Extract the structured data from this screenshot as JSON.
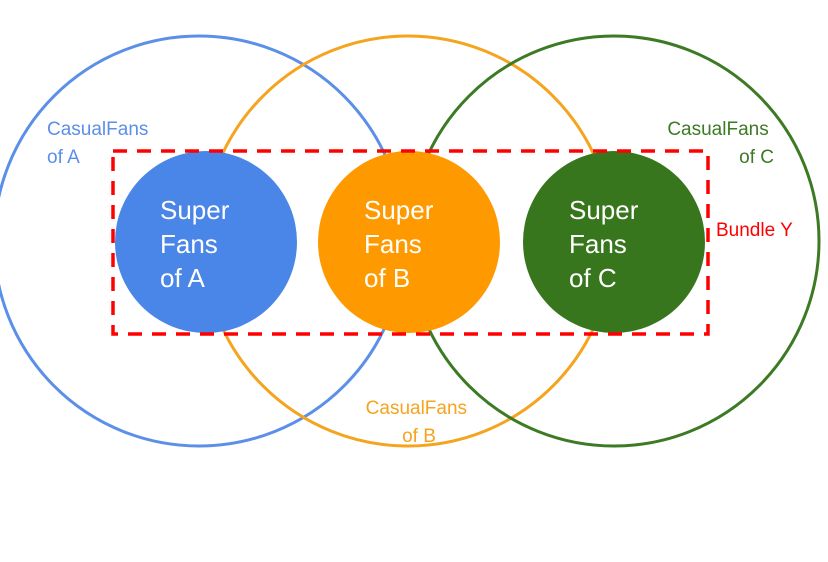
{
  "groups": {
    "a": {
      "casual_line1": "CasualFans",
      "casual_line2": "of A",
      "super_line1": "Super",
      "super_line2": "Fans",
      "super_line3": "of A",
      "outer_color": "#5b8fe8",
      "inner_color": "#4a86e8"
    },
    "b": {
      "casual_line1": "CasualFans",
      "casual_line2": "of B",
      "super_line1": "Super",
      "super_line2": "Fans",
      "super_line3": "of B",
      "outer_color": "#f6a31e",
      "inner_color": "#ff9900"
    },
    "c": {
      "casual_line1": "CasualFans",
      "casual_line2": "of C",
      "super_line1": "Super",
      "super_line2": "Fans",
      "super_line3": "of C",
      "outer_color": "#3c7a24",
      "inner_color": "#38761d"
    }
  },
  "bundle": {
    "label": "Bundle Y",
    "color": "#ff0000"
  }
}
